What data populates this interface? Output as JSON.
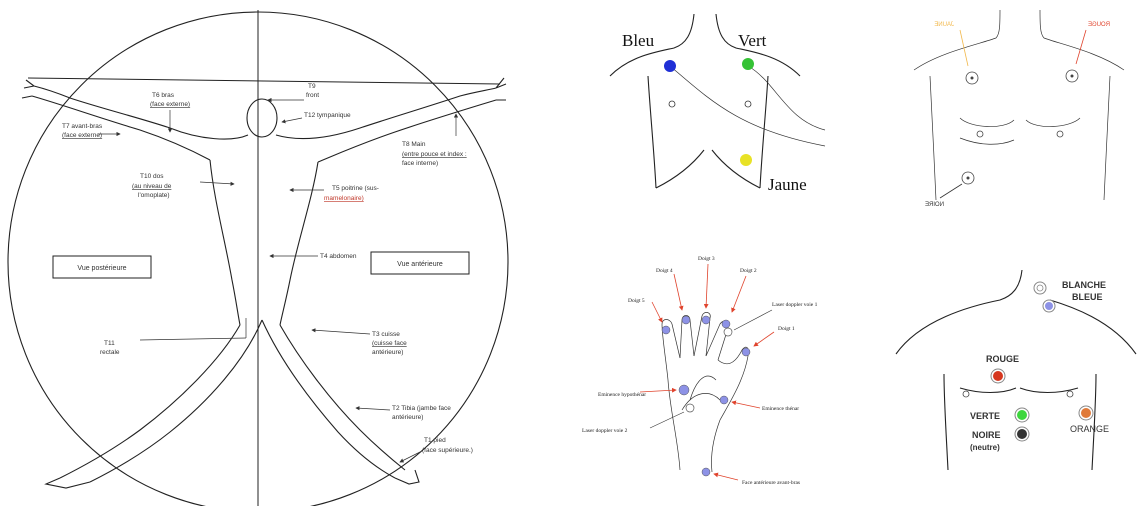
{
  "vitruvian": {
    "labels": {
      "t6": "T6 bras",
      "t6_sub": "(face externe)",
      "t9": "T9",
      "t9_sub": "front",
      "t12": "T12 tympanique",
      "t7": "T7 avant-bras",
      "t7_sub": "(face externe)",
      "t8": "T8 Main",
      "t8_sub1": "(entre pouce et index :",
      "t8_sub2": "face interne)",
      "t10": "T10 dos",
      "t10_sub1": "(au niveau de",
      "t10_sub2": "l'omoplate)",
      "t5": "T5 poitrine (sus-",
      "t5_sub": "mamelonaire)",
      "t4": "T4 abdomen",
      "t3": "T3 cuisse",
      "t3_sub1": "(cuisse face",
      "t3_sub2": "antérieure)",
      "t11": "T11",
      "t11_sub": "rectale",
      "t2": "T2 Tibia (jambe face",
      "t2_sub": "antérieure)",
      "t1": "T1 pied",
      "t1_sub": "(face supérieure.)"
    },
    "box_posterior": "Vue postérieure",
    "box_anterior": "Vue antérieure"
  },
  "ecg3": {
    "bleu": "Bleu",
    "vert": "Vert",
    "jaune": "Jaune",
    "colors": {
      "bleu": "#1f2fd6",
      "vert": "#35c235",
      "jaune": "#e8e226"
    }
  },
  "thorax_mirror": {
    "left_tag": "JAUNE",
    "right_tag": "ROUGE",
    "bottom_tag": "NOIRE",
    "colors": {
      "left_tag": "#f2b84b",
      "right_tag": "#e0432c"
    }
  },
  "hand": {
    "labels": {
      "doigt3": "Doigt 3",
      "doigt4": "Doigt 4",
      "doigt2": "Doigt 2",
      "doigt5": "Doigt 5",
      "doigt1": "Doigt 1",
      "laser1": "Laser doppler voie 1",
      "laser2": "Laser doppler voie 2",
      "hypo": "Eminence hypothénar",
      "thenar": "Eminence thénar",
      "face": "Face antérieure avant-bras"
    },
    "colors": {
      "dot": "#8d92e6",
      "arrow": "#e0432c"
    }
  },
  "ecg5": {
    "blanche": "BLANCHE",
    "bleue": "BLEUE",
    "rouge": "ROUGE",
    "verte": "VERTE",
    "noire": "NOIRE",
    "neutre": "(neutre)",
    "orange": "ORANGE",
    "colors": {
      "blanche": "#ffffff",
      "bleue": "#8d92e6",
      "rouge": "#d6371f",
      "verte": "#3ed63e",
      "noire": "#333333",
      "orange": "#e07a3a"
    }
  }
}
